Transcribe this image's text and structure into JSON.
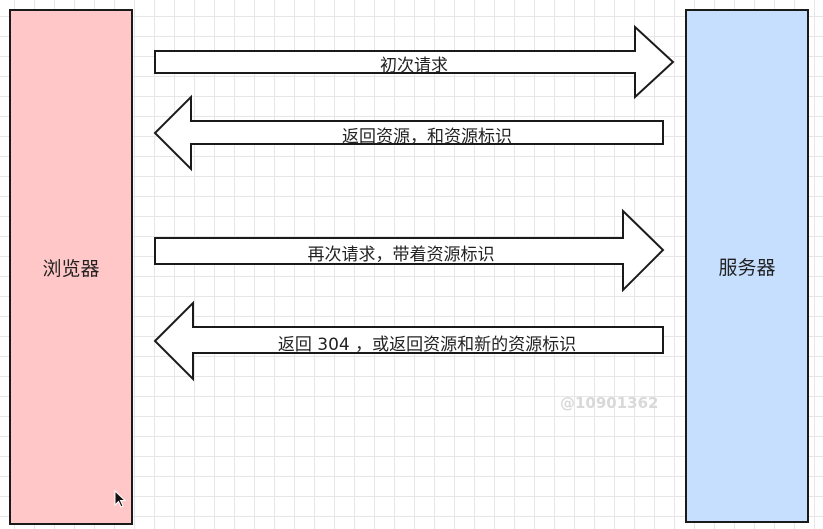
{
  "colors": {
    "browser_fill": "#ffc7c7",
    "server_fill": "#c7dfff",
    "arrow_fill": "#ffffff",
    "stroke": "#1a1a1a"
  },
  "nodes": {
    "browser": "浏览器",
    "server": "服务器"
  },
  "arrows": [
    {
      "direction": "right",
      "label": "初次请求"
    },
    {
      "direction": "left",
      "label": "返回资源，和资源标识"
    },
    {
      "direction": "right",
      "label": "再次请求，带着资源标识"
    },
    {
      "direction": "left",
      "label": "返回 304 ，或返回资源和新的资源标识"
    }
  ],
  "watermark": "@10901362",
  "icons": {
    "cursor": "mouse-pointer-icon"
  }
}
